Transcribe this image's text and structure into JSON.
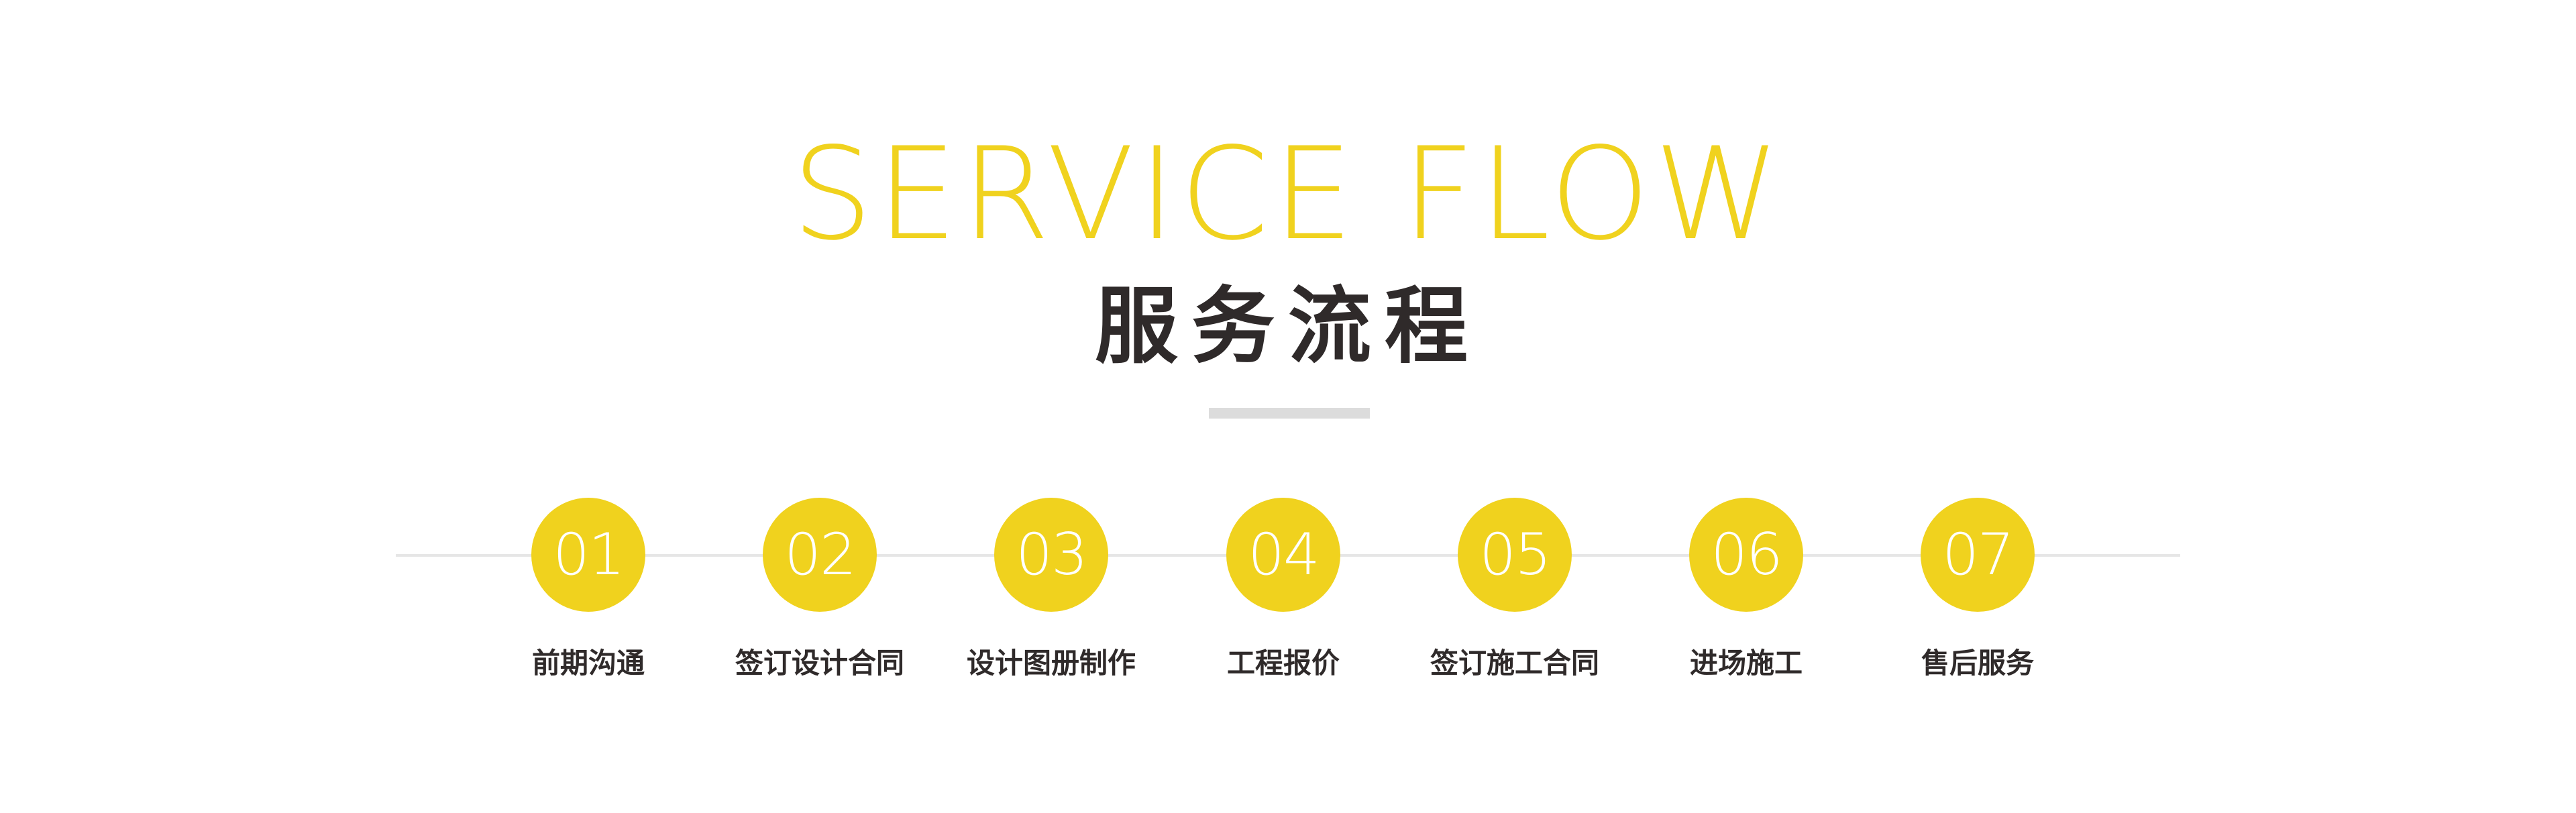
{
  "header": {
    "title_en": "SERVICE FLOW",
    "title_cn": "服务流程"
  },
  "colors": {
    "accent": "#f0d21e",
    "text": "#2f2a2a",
    "line": "#e6e6e6"
  },
  "steps": [
    {
      "number": "01",
      "label": "前期沟通"
    },
    {
      "number": "02",
      "label": "签订设计合同"
    },
    {
      "number": "03",
      "label": "设计图册制作"
    },
    {
      "number": "04",
      "label": "工程报价"
    },
    {
      "number": "05",
      "label": "签订施工合同"
    },
    {
      "number": "06",
      "label": "进场施工"
    },
    {
      "number": "07",
      "label": "售后服务"
    }
  ]
}
